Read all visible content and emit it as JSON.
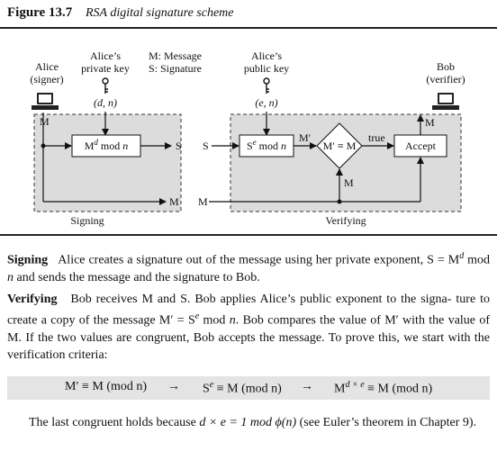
{
  "figure": {
    "number": "Figure 13.7",
    "title": "RSA digital signature scheme"
  },
  "diagram": {
    "alice": [
      "Alice",
      "(signer)"
    ],
    "alice_private": [
      "Alice’s",
      "private key"
    ],
    "legend": [
      "M: Message",
      "S: Signature"
    ],
    "alice_public": [
      "Alice’s",
      "public key"
    ],
    "bob": [
      "Bob",
      "(verifier)"
    ],
    "private_pair": "(d, n)",
    "public_pair": "(e, n)",
    "sign_box": {
      "base": "M",
      "exp": "d",
      "rest": " mod ",
      "mod": "n"
    },
    "verify_box": {
      "base": "S",
      "exp": "e",
      "rest": " mod ",
      "mod": "n"
    },
    "compare": "M′ ≡ M",
    "accept": "Accept",
    "true_label": "true",
    "m_prime": "M′",
    "M": "M",
    "S": "S",
    "signing_label": "Signing",
    "verifying_label": "Verifying"
  },
  "text": {
    "signing_heading": "Signing",
    "signing_body_1": "Alice creates a signature out of the message using her private exponent, S =",
    "signing_body_2": "M",
    "signing_exp": "d",
    "signing_body_3": " mod ",
    "signing_n": "n",
    "signing_body_4": " and sends the message and the signature to Bob.",
    "verifying_heading": "Verifying",
    "verifying_1": "Bob receives M and S. Bob applies Alice’s public exponent to the signa-",
    "verifying_2a": "ture to create a copy of the message M′ = S",
    "verifying_2exp": "e",
    "verifying_2b": " mod ",
    "verifying_2n": "n",
    "verifying_2c": ". Bob compares the value of M′ with",
    "verifying_3": "the value of M. If the two values are congruent, Bob accepts the message. To prove this,",
    "verifying_4": "we start with the verification criteria:",
    "criteria_1": "M′ ≡ M (mod n)",
    "arrow": "→",
    "criteria_2a": "S",
    "criteria_2exp": "e",
    "criteria_2b": " ≡ M (mod n)",
    "criteria_3a": "M",
    "criteria_3exp": "d × e",
    "criteria_3b": " ≡ M (mod n)",
    "last_1a": "The last congruent holds because ",
    "last_1b": "d × e = 1 mod ϕ(n)",
    "last_1c": " (see Euler’s theorem in",
    "last_2": "Chapter 9)."
  }
}
